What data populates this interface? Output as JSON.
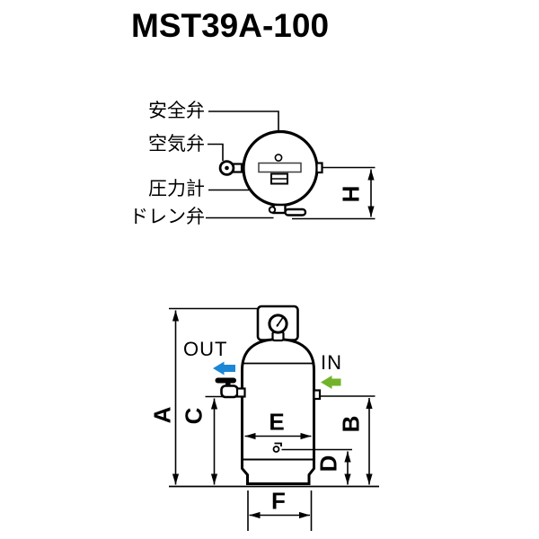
{
  "title": "MST39A-100",
  "colors": {
    "out_arrow": "#1c87d6",
    "in_arrow": "#72b32b"
  },
  "top_view": {
    "labels": {
      "safety_valve": "安全弁",
      "air_valve": "空気弁",
      "pressure_gauge": "圧力計",
      "drain_valve": "ドレン弁"
    },
    "dim_h": "H"
  },
  "front_view": {
    "out_label": "OUT",
    "in_label": "IN",
    "dim_a": "A",
    "dim_b": "B",
    "dim_c": "C",
    "dim_d": "D",
    "dim_e": "E",
    "dim_f": "F"
  }
}
